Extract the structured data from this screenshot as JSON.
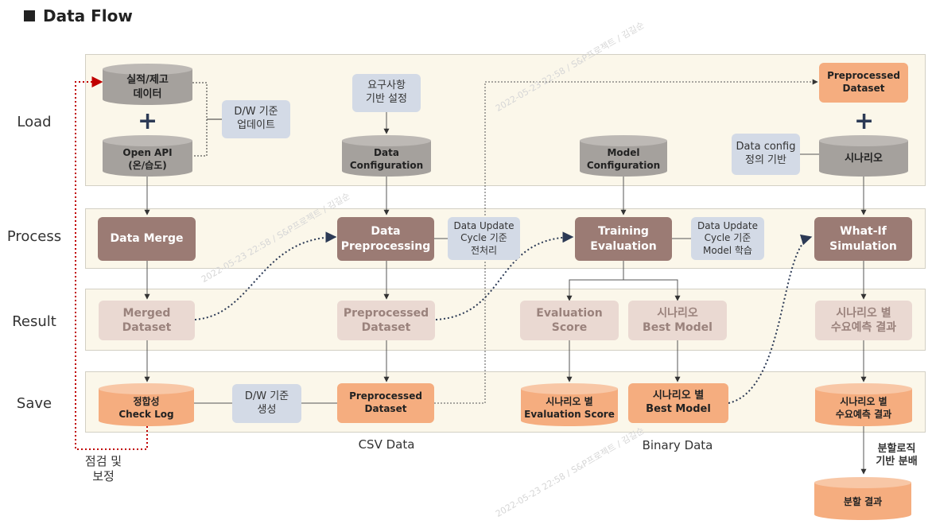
{
  "title": "Data Flow",
  "rows": {
    "load": "Load",
    "process": "Process",
    "result": "Result",
    "save": "Save"
  },
  "load": {
    "sales_stock": "실적/제고\n데이터",
    "open_api": "Open API\n(온/습도)",
    "dw_update": "D/W 기준\n업데이트",
    "requirements": "요구사항\n기반 설정",
    "data_config": "Data\nConfiguration",
    "model_config": "Model\nConfiguration",
    "preprocessed_top": "Preprocessed\nDataset",
    "data_config_def": "Data config\n정의 기반",
    "scenario": "시나리오"
  },
  "process": {
    "merge": "Data Merge",
    "preprocessing": "Data\nPreprocessing",
    "update_preproc": "Data Update\nCycle 기준\n전처리",
    "training": "Training\nEvaluation",
    "update_model": "Data Update\nCycle 기준\nModel 학습",
    "whatif": "What-If\nSimulation"
  },
  "result": {
    "merged": "Merged\nDataset",
    "preprocessed": "Preprocessed\nDataset",
    "eval_score": "Evaluation\nScore",
    "best_model": "시나리오\nBest Model",
    "forecast": "시나리오 별\n수요예측 결과"
  },
  "save": {
    "check_log": "정합성\nCheck Log",
    "dw_generate": "D/W 기준\n생성",
    "preprocessed": "Preprocessed\nDataset",
    "eval_score": "시나리오 별\nEvaluation Score",
    "best_model": "시나리오 별\nBest Model",
    "forecast": "시나리오 별\n수요예측 결과",
    "split_result": "분할 결과"
  },
  "captions": {
    "csv": "CSV Data",
    "binary": "Binary Data",
    "inspect": "점검 및\n보정",
    "split_logic": "분할로직\n기반 분배"
  },
  "watermark": "2022-05-23 22:58 / S&P프로젝트 / 김길순",
  "colors": {
    "band_bg": "#fbf7ea",
    "process_box": "#9b7b74",
    "result_box": "#ead9d2",
    "note_box": "#d3dae6",
    "save_cylinder": "#f5ad7f",
    "load_cylinder": "#a5a19d",
    "correction_line": "#c00000",
    "dotted_flow": "#2c3a55"
  }
}
